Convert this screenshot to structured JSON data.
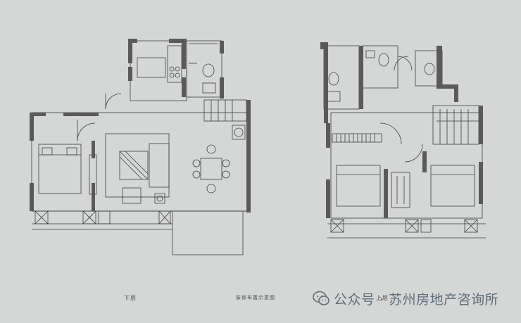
{
  "labels": {
    "lower_floor": "下层",
    "legend": "装修布置示意图",
    "upper_floor": "上层"
  },
  "watermark": {
    "text": "公众号 · 苏州房地产咨询所",
    "icon": "wechat-icon"
  },
  "colors": {
    "background": "#d4d7d5",
    "wall": "#5a5a5a",
    "line": "#3f3f3f",
    "watermark": "#5f6b78"
  }
}
